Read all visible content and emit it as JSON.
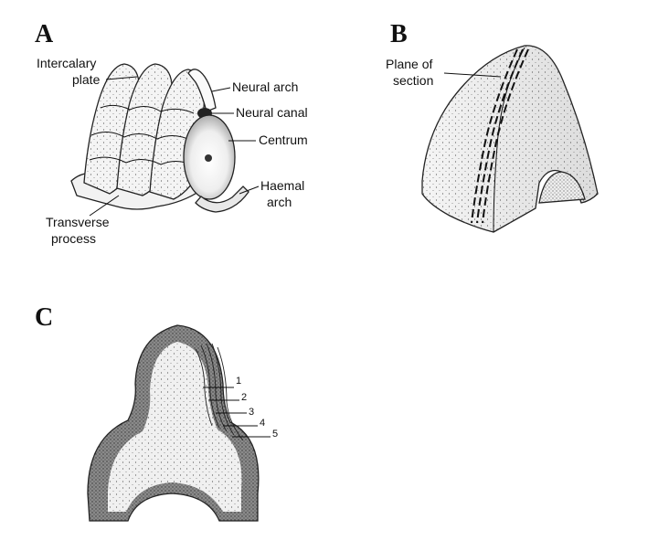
{
  "panels": {
    "a": {
      "letter": "A",
      "labels": {
        "intercalary_1": "Intercalary",
        "intercalary_2": "plate",
        "neural_arch": "Neural arch",
        "neural_canal": "Neural canal",
        "centrum": "Centrum",
        "haemal_1": "Haemal",
        "haemal_2": "arch",
        "transverse_1": "Transverse",
        "transverse_2": "process"
      }
    },
    "b": {
      "letter": "B",
      "labels": {
        "plane_1": "Plane of",
        "plane_2": "section"
      }
    },
    "c": {
      "letter": "C",
      "rings": [
        "1",
        "2",
        "3",
        "4",
        "5"
      ]
    }
  },
  "colors": {
    "ink": "#111111",
    "stipple_light": "#d9d9d9",
    "stipple_dark": "#7a7a7a"
  }
}
